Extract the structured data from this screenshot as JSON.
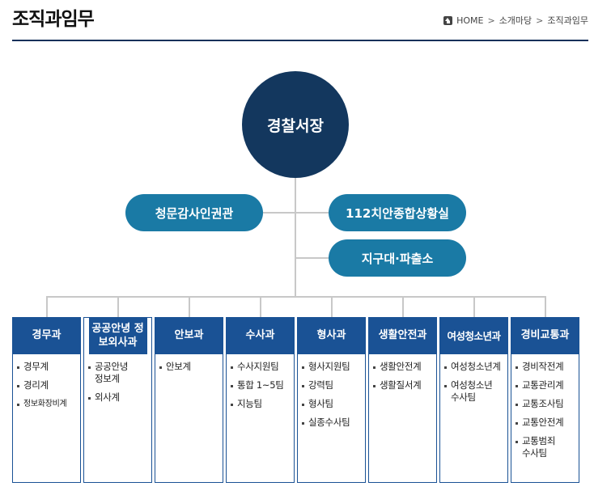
{
  "header": {
    "title": "조직과임무",
    "breadcrumb": [
      "HOME",
      "소개마당",
      "조직과임무"
    ]
  },
  "org": {
    "chief": "경찰서장",
    "staff_left": "청문감사인권관",
    "staff_right": [
      "112치안종합상황실",
      "지구대·파출소"
    ],
    "departments": [
      {
        "name": "경무과",
        "items": [
          "경무계",
          "경리계",
          "정보화장비계"
        ]
      },
      {
        "name": "공공안녕 정보외사과",
        "items": [
          "공공안녕 정보계",
          "외사계"
        ]
      },
      {
        "name": "안보과",
        "items": [
          "안보계"
        ]
      },
      {
        "name": "수사과",
        "items": [
          "수사지원팀",
          "통합 1~5팀",
          "지능팀"
        ]
      },
      {
        "name": "형사과",
        "items": [
          "형사지원팀",
          "강력팀",
          "형사팀",
          "실종수사팀"
        ]
      },
      {
        "name": "생활안전과",
        "items": [
          "생활안전계",
          "생활질서계"
        ]
      },
      {
        "name": "여성청소년과",
        "items": [
          "여성청소년계",
          "여성청소년 수사팀"
        ]
      },
      {
        "name": "경비교통과",
        "items": [
          "경비작전계",
          "교통관리계",
          "교통조사팀",
          "교통안전계",
          "교통범죄 수사팀"
        ]
      }
    ]
  },
  "colors": {
    "chief": "#13375e",
    "staff": "#1a7aa5",
    "department": "#1a5295",
    "rule": "#13305a"
  }
}
